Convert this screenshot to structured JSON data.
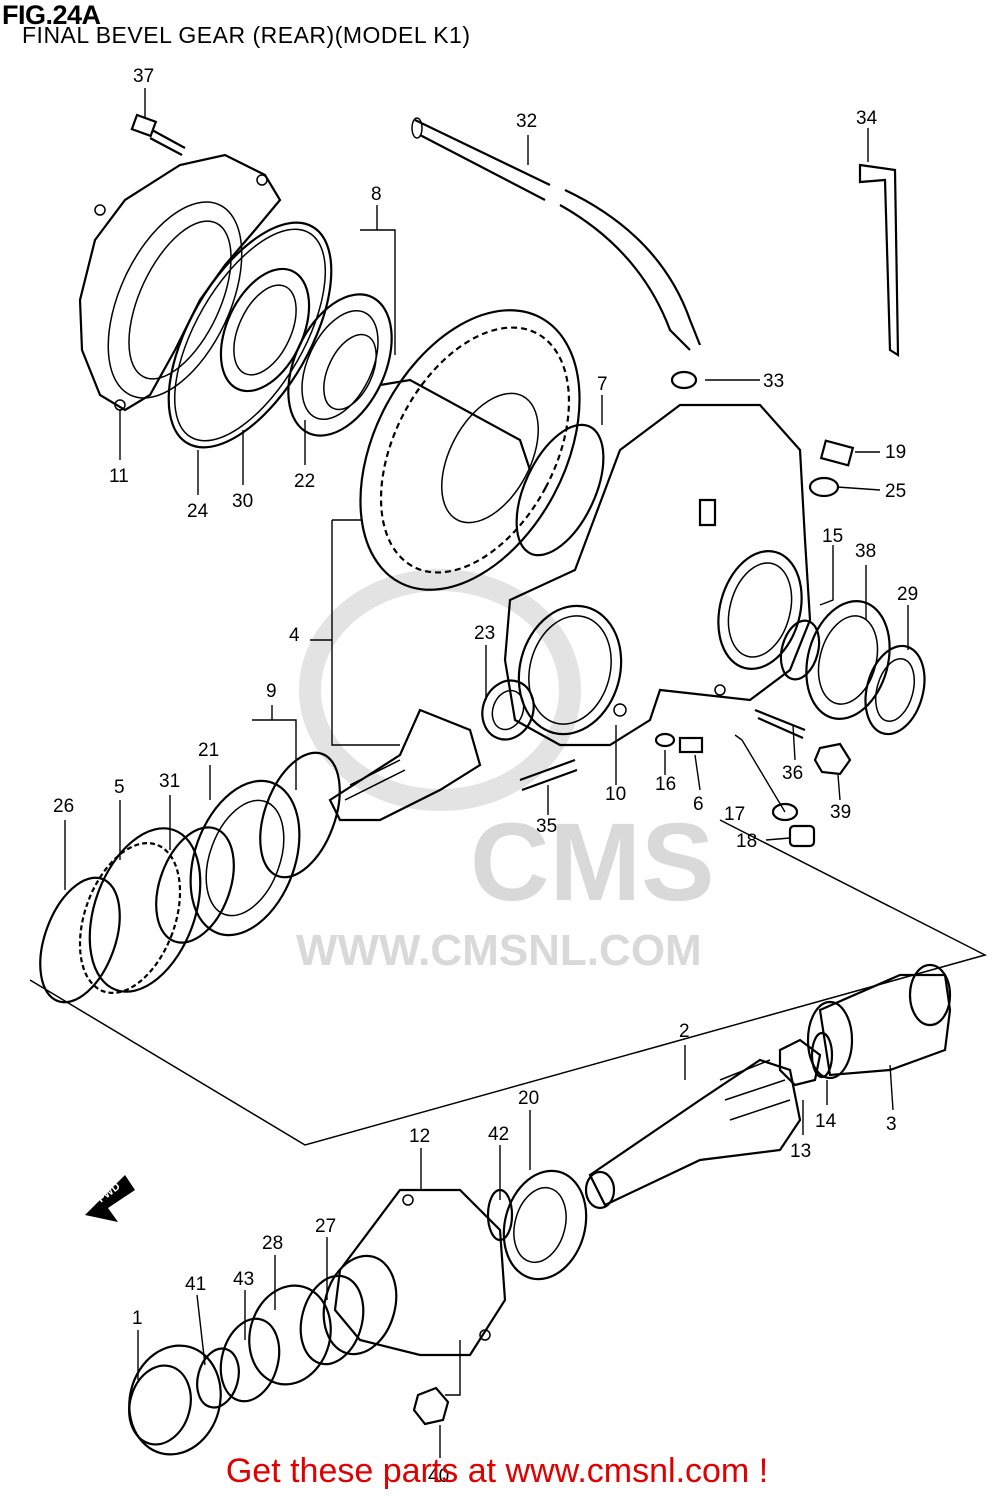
{
  "figure": {
    "title": "FIG.24A",
    "subtitle": "FINAL BEVEL GEAR (REAR)(MODEL K1)"
  },
  "watermark": {
    "brand": "CMS",
    "url": "WWW.CMSNL.COM"
  },
  "direction_badge": "FWD",
  "footer_link": "Get these parts at www.cmsnl.com !",
  "callouts": [
    {
      "id": "1",
      "text": "1"
    },
    {
      "id": "2",
      "text": "2"
    },
    {
      "id": "3",
      "text": "3"
    },
    {
      "id": "4",
      "text": "4"
    },
    {
      "id": "5",
      "text": "5"
    },
    {
      "id": "6",
      "text": "6"
    },
    {
      "id": "7",
      "text": "7"
    },
    {
      "id": "8",
      "text": "8"
    },
    {
      "id": "9",
      "text": "9"
    },
    {
      "id": "10",
      "text": "10"
    },
    {
      "id": "11",
      "text": "11"
    },
    {
      "id": "12",
      "text": "12"
    },
    {
      "id": "13",
      "text": "13"
    },
    {
      "id": "14",
      "text": "14"
    },
    {
      "id": "15",
      "text": "15"
    },
    {
      "id": "16",
      "text": "16"
    },
    {
      "id": "17",
      "text": "17"
    },
    {
      "id": "18",
      "text": "18"
    },
    {
      "id": "19",
      "text": "19"
    },
    {
      "id": "20",
      "text": "20"
    },
    {
      "id": "21",
      "text": "21"
    },
    {
      "id": "22",
      "text": "22"
    },
    {
      "id": "23",
      "text": "23"
    },
    {
      "id": "24",
      "text": "24"
    },
    {
      "id": "25",
      "text": "25"
    },
    {
      "id": "26",
      "text": "26"
    },
    {
      "id": "27",
      "text": "27"
    },
    {
      "id": "28",
      "text": "28"
    },
    {
      "id": "29",
      "text": "29"
    },
    {
      "id": "30",
      "text": "30"
    },
    {
      "id": "31",
      "text": "31"
    },
    {
      "id": "32",
      "text": "32"
    },
    {
      "id": "33",
      "text": "33"
    },
    {
      "id": "34",
      "text": "34"
    },
    {
      "id": "35",
      "text": "35"
    },
    {
      "id": "36",
      "text": "36"
    },
    {
      "id": "37",
      "text": "37"
    },
    {
      "id": "38",
      "text": "38"
    },
    {
      "id": "39",
      "text": "39"
    },
    {
      "id": "40",
      "text": "40"
    },
    {
      "id": "41",
      "text": "41"
    },
    {
      "id": "42",
      "text": "42"
    },
    {
      "id": "43",
      "text": "43"
    }
  ]
}
